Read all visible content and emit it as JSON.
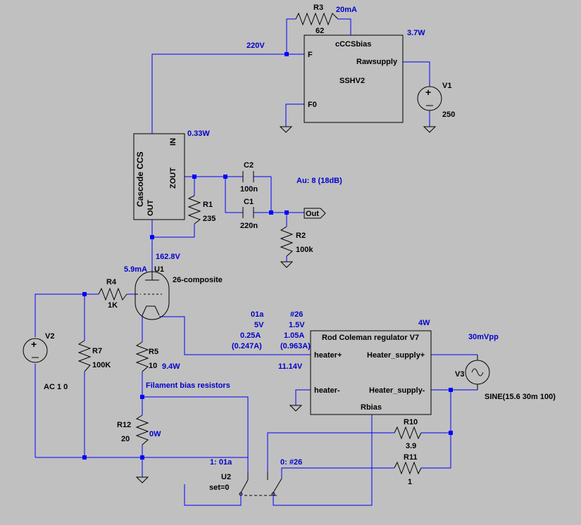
{
  "labels": {
    "r3": "R3",
    "r3v": "62",
    "i_r3": "20mA",
    "p_ssh": "3.7W",
    "v220": "220V",
    "f": "F",
    "ccsbias": "cCCSbias",
    "rawsupply": "Rawsupply",
    "sshv2": "SSHV2",
    "f0": "F0",
    "v1": "V1",
    "v1v": "250",
    "p_ccs": "0.33W",
    "ccs": "Cascode CCS",
    "in": "IN",
    "zout": "ZOUT",
    "out": "OUT",
    "c2": "C2",
    "c2v": "100n",
    "c1": "C1",
    "c1v": "220n",
    "au": "Au: 8 (18dB)",
    "outnet": "Out",
    "r1": "R1",
    "r1v": "235",
    "r2": "R2",
    "r2v": "100k",
    "v162": "162.8V",
    "i59": "5.9mA",
    "u1": "U1",
    "tube": "26-composite",
    "r4": "R4",
    "r4v": "1K",
    "v2": "V2",
    "v2v": "AC 1 0",
    "r7": "R7",
    "r7v": "100K",
    "r5": "R5",
    "r5v": "10",
    "p94": "9.4W",
    "fil": "Filament bias resistors",
    "r12": "R12",
    "r12v": "20",
    "p0": "0W",
    "c01a": "01a",
    "c01a_v": "5V",
    "c01a_i": "0.25A",
    "c01a_m": "(0.247A)",
    "c26": "#26",
    "c26_v": "1.5V",
    "c26_i": "1.05A",
    "c26_m": "(0.963A)",
    "p4": "4W",
    "p1114": "11.14V",
    "reg": "Rod Coleman regulator V7",
    "hp": "heater+",
    "hm": "heater-",
    "hsp": "Heater_supply+",
    "hsm": "Heater_supply-",
    "rbias": "Rbias",
    "mvpp": "30mVpp",
    "v3": "V3",
    "sine": "SINE(15.6 30m 100)",
    "r10": "R10",
    "r10v": "3.9",
    "r11": "R11",
    "r11v": "1",
    "s1": "1:  01a",
    "s0": "0:  #26",
    "u2": "U2",
    "set": "set=0"
  }
}
